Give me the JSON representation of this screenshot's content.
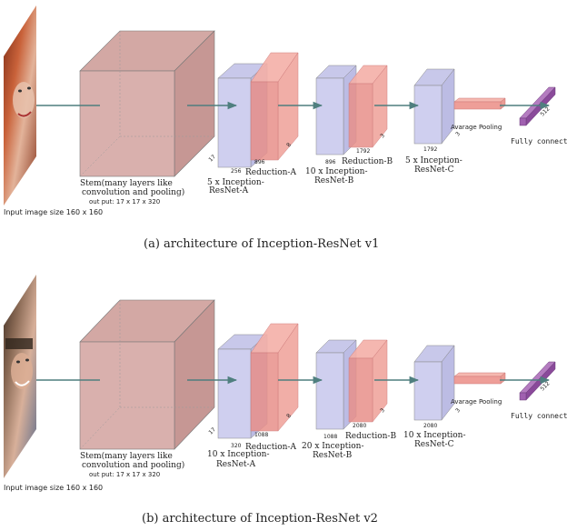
{
  "panels": [
    {
      "id": "v1",
      "caption": "(a) architecture of Inception-ResNet v1",
      "input_label": "Input image size 160 x 160",
      "stem_label_1": "Stem(many layers like",
      "stem_label_2": "convolution and pooling)",
      "stem_out": "out put: 17 x 17 x 320",
      "stem_dim": "17",
      "incA_dim": "256",
      "incA_label_1": "5 x Inception-",
      "incA_label_2": "ResNet-A",
      "redA_dim": "896",
      "redA_depth": "8",
      "redA_label": "Reduction-A",
      "incB_dim": "896",
      "incB_label_1": "10 x Inception-",
      "incB_label_2": "ResNet-B",
      "redB_dim": "1792",
      "redB_depth": "3",
      "redB_label": "Reduction-B",
      "incC_dim": "1792",
      "incC_depth": "3",
      "incC_label_1": "5 x Inception-",
      "incC_label_2": "ResNet-C",
      "pool_label": "Avarage Pooling",
      "fc_dim": "512",
      "fc_label": "Fully connect"
    },
    {
      "id": "v2",
      "caption": "(b) architecture of Inception-ResNet v2",
      "input_label": "Input image size 160 x 160",
      "stem_label_1": "Stem(many layers like",
      "stem_label_2": "convolution and pooling)",
      "stem_out": "out put: 17 x 17 x 320",
      "stem_dim": "17",
      "incA_dim": "320",
      "incA_label_1": "10 x Inception-",
      "incA_label_2": "ResNet-A",
      "redA_dim": "1088",
      "redA_depth": "8",
      "redA_label": "Reduction-A",
      "incB_dim": "1088",
      "incB_label_1": "20 x Inception-",
      "incB_label_2": "ResNet-B",
      "redB_dim": "2080",
      "redB_depth": "3",
      "redB_label": "Reduction-B",
      "incC_dim": "2080",
      "incC_depth": "3",
      "incC_label_1": "10 x Inception-",
      "incC_label_2": "ResNet-C",
      "pool_label": "Avarage Pooling",
      "fc_dim": "512",
      "fc_label": "Fully connect"
    }
  ]
}
